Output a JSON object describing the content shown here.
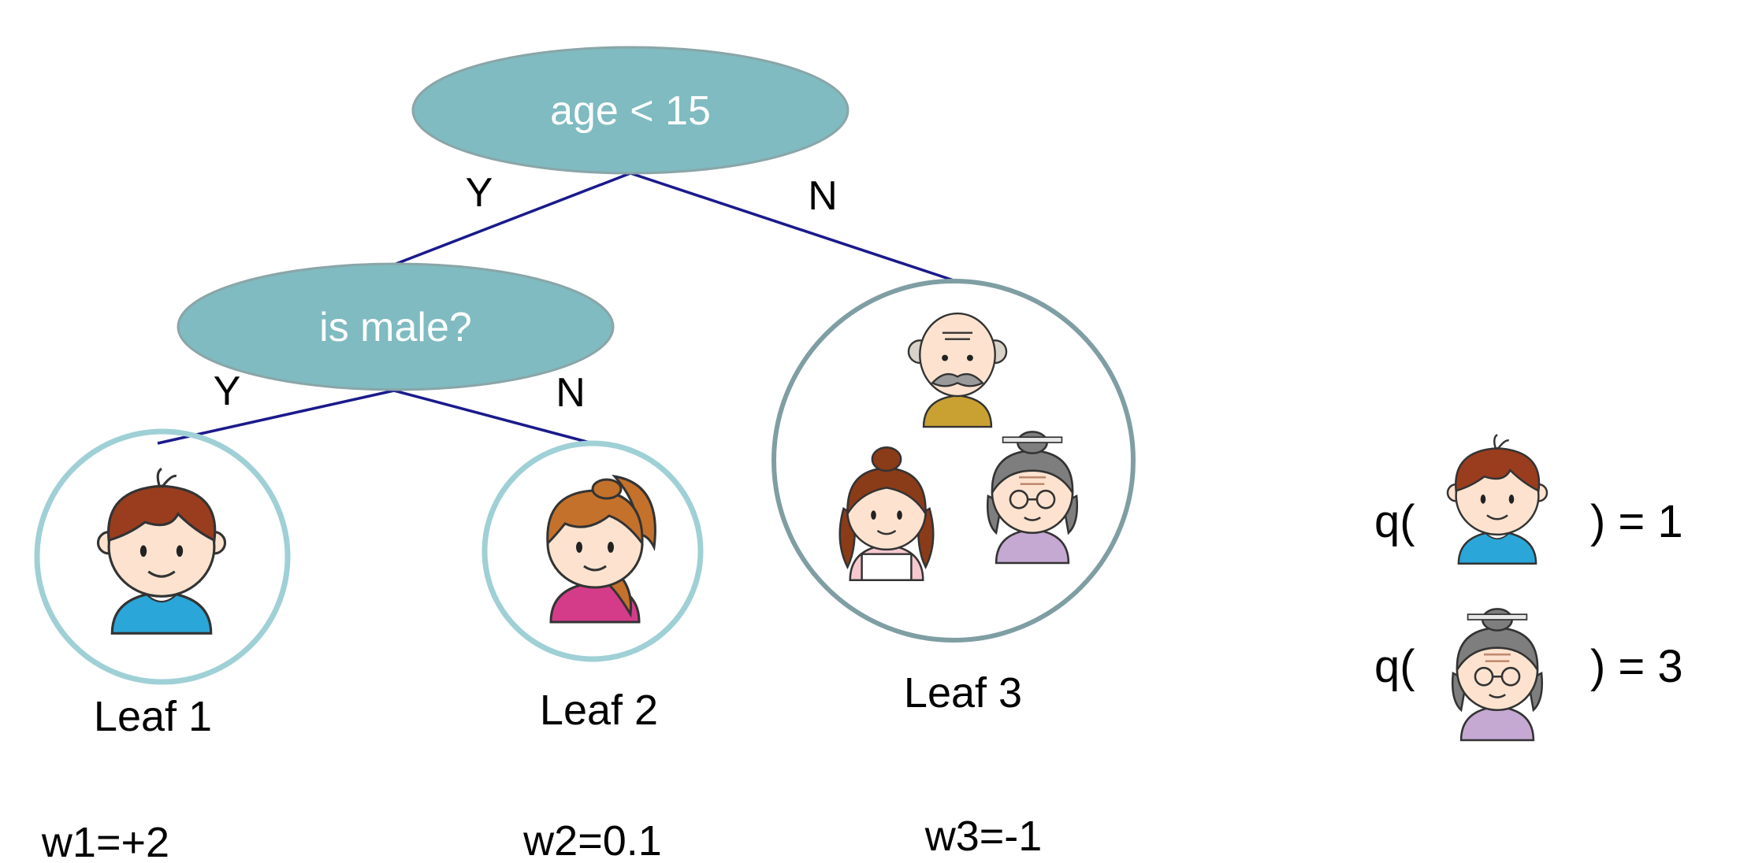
{
  "colors": {
    "decision_node_fill": "#7fbbc0",
    "decision_node_stroke": "#8aa5a8",
    "edge_line": "#1a1a8c",
    "leaf_circle_small": "#9fd0d6",
    "leaf_circle_large": "#7f9ea3"
  },
  "tree": {
    "root": {
      "label": "age < 15",
      "yes_label": "Y",
      "no_label": "N"
    },
    "child": {
      "label": "is male?",
      "yes_label": "Y",
      "no_label": "N"
    },
    "leaves": [
      {
        "label": "Leaf 1",
        "weight": "w1=+2",
        "people": [
          "boy-icon"
        ]
      },
      {
        "label": "Leaf 2",
        "weight": "w2=0.1",
        "people": [
          "girl-icon"
        ]
      },
      {
        "label": "Leaf 3",
        "weight": "w3=-1",
        "people": [
          "grandpa-icon",
          "woman-icon",
          "grandma-icon"
        ]
      }
    ]
  },
  "mapping": [
    {
      "prefix": "q(",
      "person": "boy-icon",
      "suffix": ") = 1"
    },
    {
      "prefix": "q(",
      "person": "grandma-icon",
      "suffix": ") = 3"
    }
  ]
}
